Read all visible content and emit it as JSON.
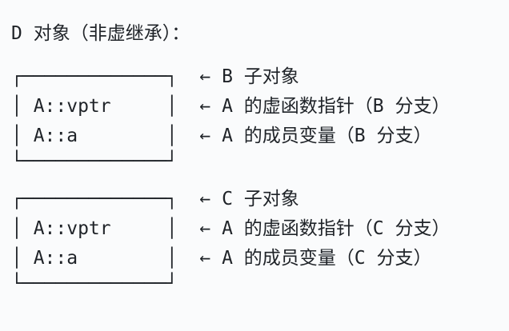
{
  "colors": {
    "background": "#fafbfc",
    "text": "#1f2328"
  },
  "title": "D 对象（非虚继承）：",
  "diagram": {
    "object_name": "D",
    "inheritance_mode": "非虚继承",
    "lines": [
      {
        "kind": "blank",
        "text": ""
      },
      {
        "kind": "box-top",
        "text": "┌─────────────┐  ← B 子对象"
      },
      {
        "kind": "row",
        "text": "│ A::vptr     │  ← A 的虚函数指针（B 分支）"
      },
      {
        "kind": "row",
        "text": "│ A::a        │  ← A 的成员变量（B 分支）"
      },
      {
        "kind": "box-bottom",
        "text": "└─────────────┘"
      },
      {
        "kind": "blank",
        "text": ""
      },
      {
        "kind": "box-top",
        "text": "┌─────────────┐  ← C 子对象"
      },
      {
        "kind": "row",
        "text": "│ A::vptr     │  ← A 的虚函数指针（C 分支）"
      },
      {
        "kind": "row",
        "text": "│ A::a        │  ← A 的成员变量（C 分支）"
      },
      {
        "kind": "box-bottom",
        "text": "└─────────────┘"
      }
    ],
    "subobjects": [
      {
        "label": "B 子对象",
        "fields": [
          {
            "slot": "A::vptr",
            "annotation": "A 的虚函数指针（B 分支）"
          },
          {
            "slot": "A::a",
            "annotation": "A 的成员变量（B 分支）"
          }
        ]
      },
      {
        "label": "C 子对象",
        "fields": [
          {
            "slot": "A::vptr",
            "annotation": "A 的虚函数指针（C 分支）"
          },
          {
            "slot": "A::a",
            "annotation": "A 的成员变量（C 分支）"
          }
        ]
      }
    ]
  }
}
